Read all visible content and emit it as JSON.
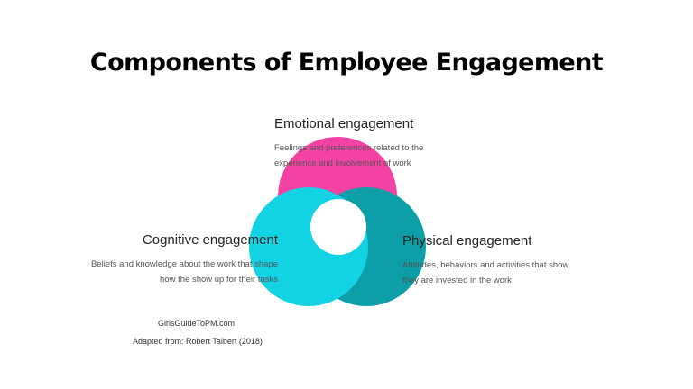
{
  "title": "Components of Employee Engagement",
  "colors": {
    "emotional": "#f442a4",
    "cognitive": "#12d3e4",
    "physical": "#0d9fa8",
    "center": "#ffffff"
  },
  "components": {
    "emotional": {
      "heading": "Emotional engagement",
      "description": "Feelings and preferences related to the experience and involvement of work"
    },
    "cognitive": {
      "heading": "Cognitive engagement",
      "description": "Beliefs and knowledge about the work that shape how the show up for their tasks"
    },
    "physical": {
      "heading": "Physical engagement",
      "description": "Attitudes, behaviors and activities that show they are invested in the work"
    }
  },
  "footer": {
    "site": "GirlsGuideToPM.com",
    "source": "Adapted from: Robert Talbert (2018)"
  }
}
